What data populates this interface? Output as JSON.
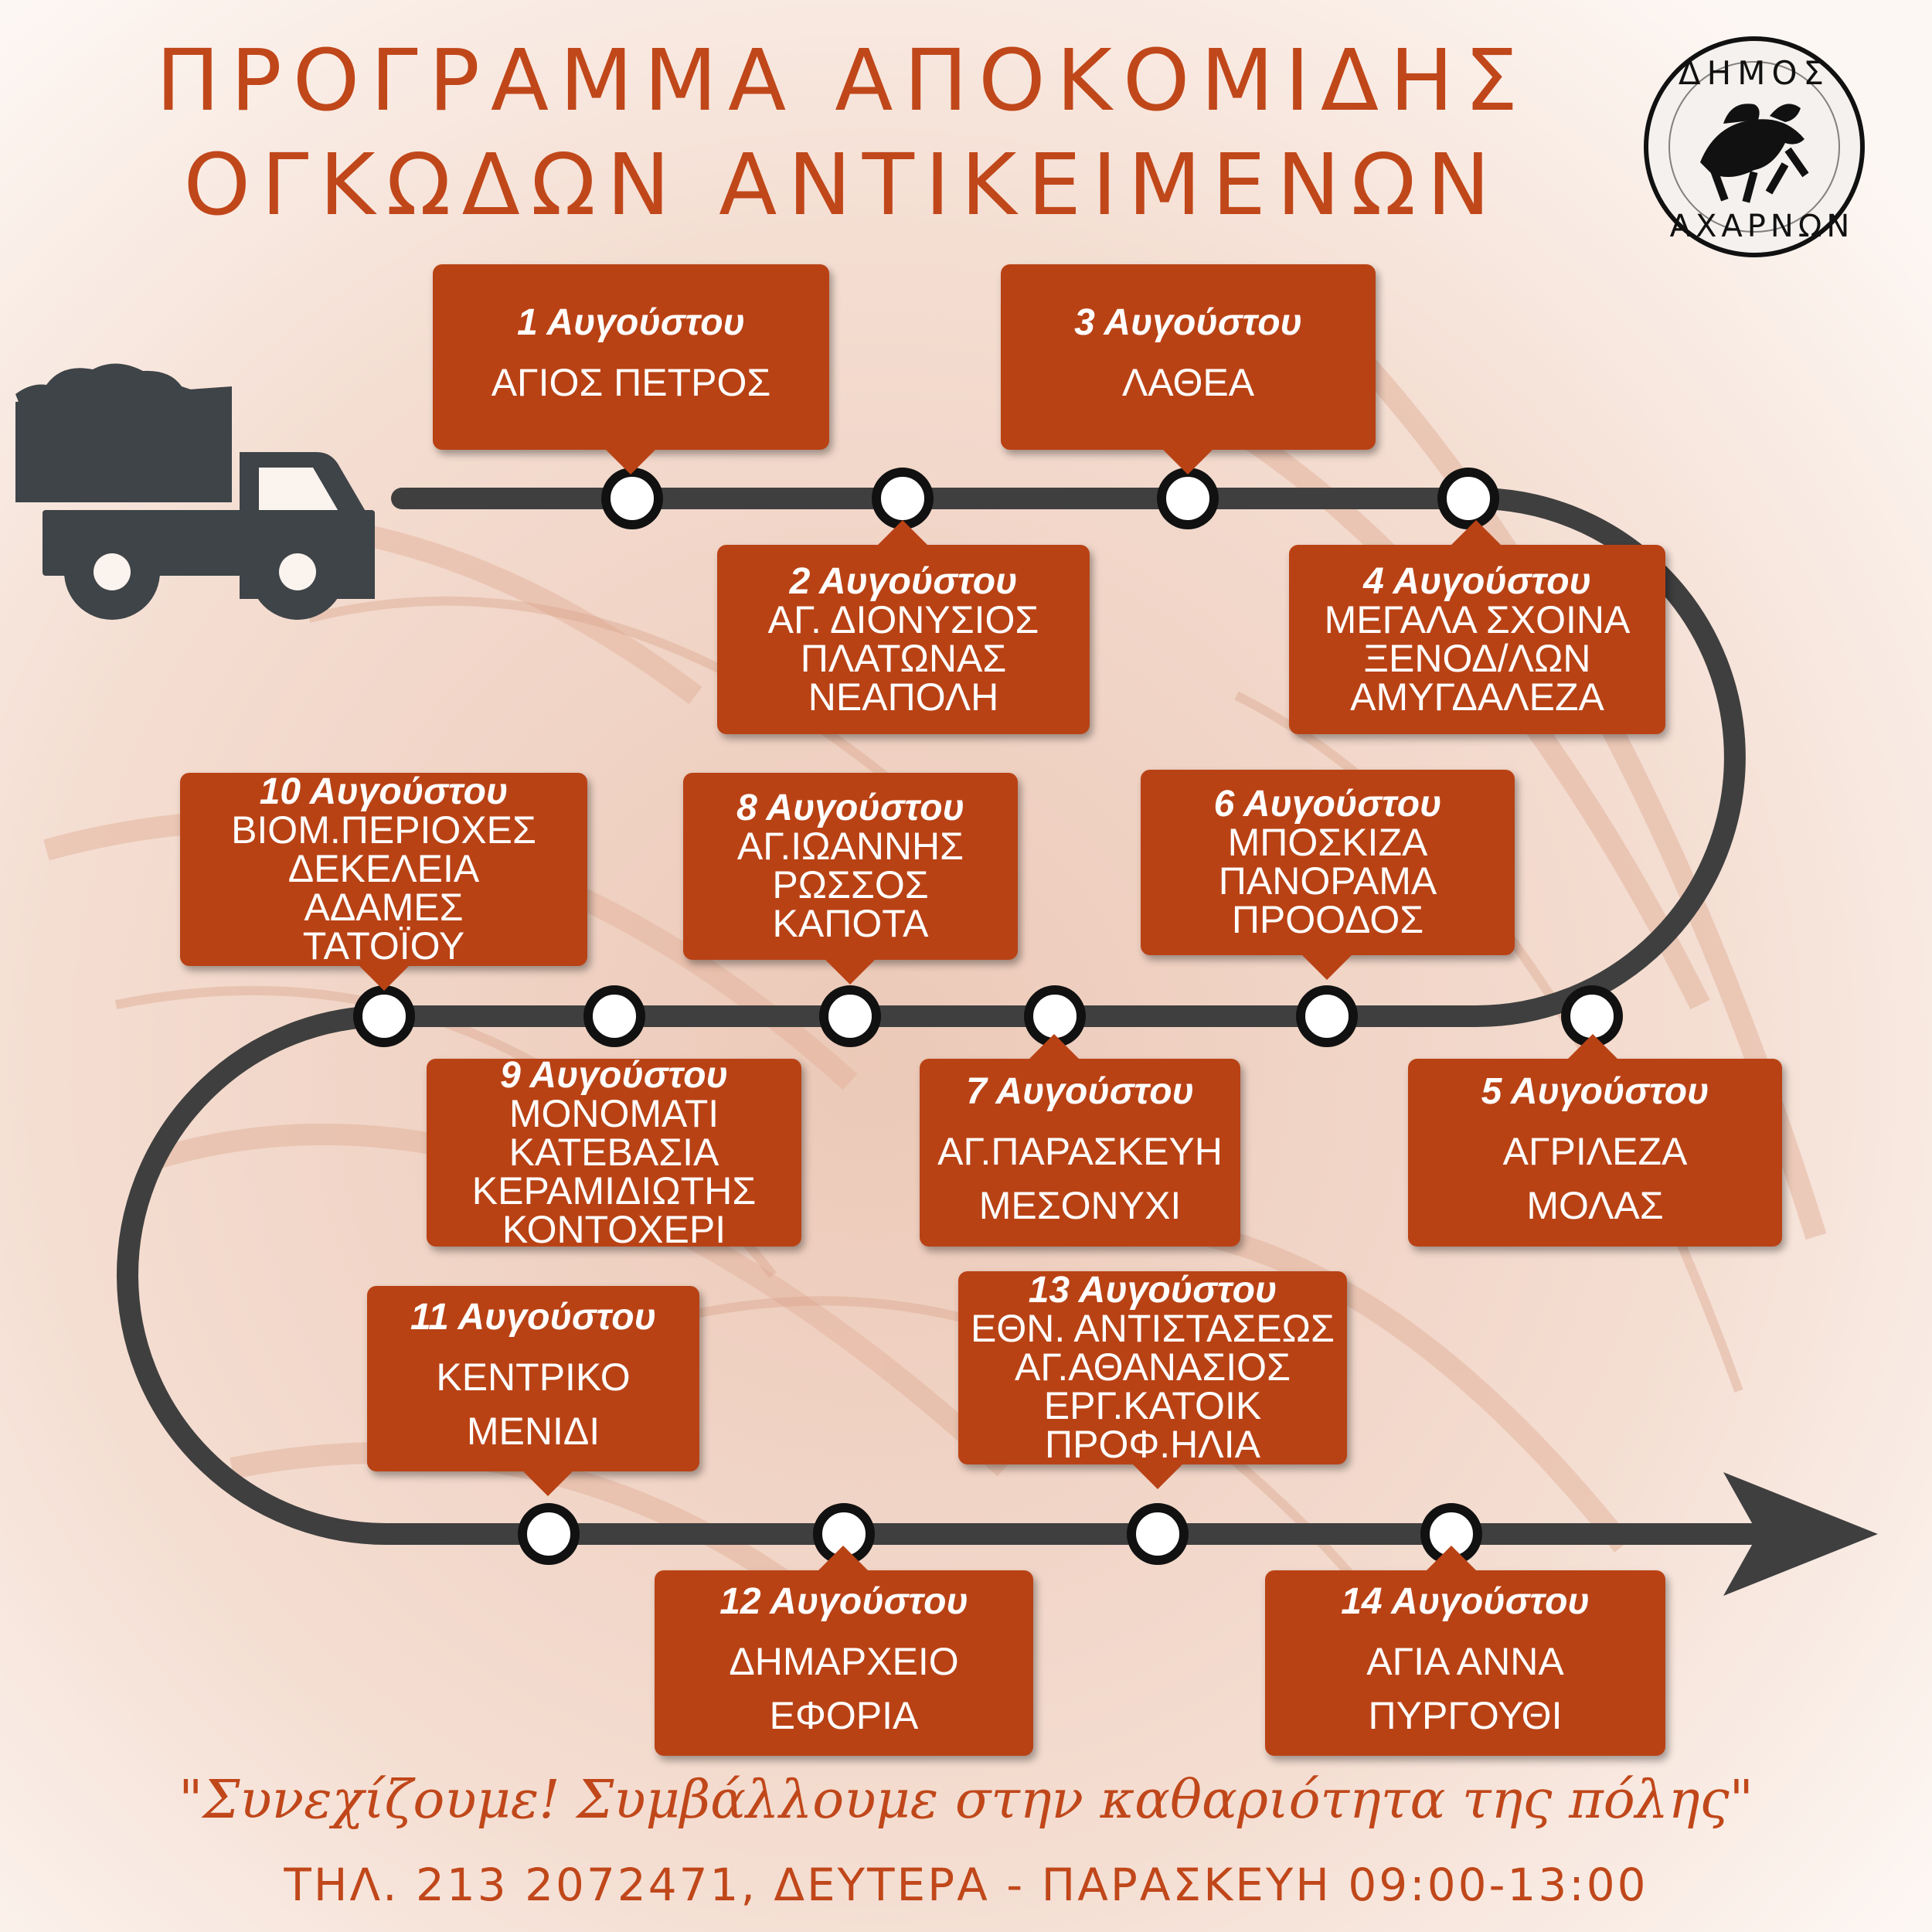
{
  "header": {
    "title_line1": "ΠΡΟΓΡΑΜΜΑ ΑΠΟΚΟΜΙΔΗΣ",
    "title_line2": "ΟΓΚΩΔΩΝ ΑΝΤΙΚΕΙΜΕΝΩΝ"
  },
  "seal": {
    "top_text": "ΔΗΜΟΣ",
    "bottom_text": "ΑΧΑΡΝΩΝ"
  },
  "schedule": [
    {
      "date": "1  Αυγούστου",
      "locations": [
        "ΑΓΙΟΣ ΠΕΤΡΟΣ"
      ]
    },
    {
      "date": "2  Αυγούστου",
      "locations": [
        "ΑΓ. ΔΙΟΝΥΣΙΟΣ",
        "ΠΛΑΤΩΝΑΣ",
        "ΝΕΑΠΟΛΗ"
      ]
    },
    {
      "date": "3  Αυγούστου",
      "locations": [
        "ΛΑΘΕΑ"
      ]
    },
    {
      "date": "4  Αυγούστου",
      "locations": [
        "ΜΕΓΑΛΑ ΣΧΟΙΝΑ",
        "ΞΕΝΟΔ/ΛΩΝ",
        "ΑΜΥΓΔΑΛΕΖΑ"
      ]
    },
    {
      "date": "5  Αυγούστου",
      "locations": [
        "ΑΓΡΙΛΕΖΑ",
        "ΜΟΛΑΣ"
      ]
    },
    {
      "date": "6 Αυγούστου",
      "locations": [
        "ΜΠΟΣΚΙΖΑ",
        "ΠΑΝΟΡΑΜΑ",
        "ΠΡΟΟΔΟΣ"
      ]
    },
    {
      "date": "7  Αυγούστου",
      "locations": [
        "ΑΓ.ΠΑΡΑΣΚΕΥΗ",
        "ΜΕΣΟΝΥΧΙ"
      ]
    },
    {
      "date": "8  Αυγούστου",
      "locations": [
        "ΑΓ.ΙΩΑΝΝΗΣ",
        "ΡΩΣΣΟΣ",
        "ΚΑΠΟΤΑ"
      ]
    },
    {
      "date": "9  Αυγούστου",
      "locations": [
        "ΜΟΝΟΜΑΤΙ",
        "ΚΑΤΕΒΑΣΙΑ",
        "ΚΕΡΑΜΙΔΙΩΤΗΣ",
        "ΚΟΝΤΟΧΕΡΙ"
      ]
    },
    {
      "date": "10 Αυγούστου",
      "locations": [
        "ΒΙΟΜ.ΠΕΡΙΟΧΕΣ",
        "ΔΕΚΕΛΕΙΑ",
        "ΑΔΑΜΕΣ",
        "ΤΑΤΟΪΟΥ"
      ]
    },
    {
      "date": "11  Αυγούστου",
      "locations": [
        "ΚΕΝΤΡΙΚΟ",
        "ΜΕΝΙΔΙ"
      ]
    },
    {
      "date": "12  Αυγούστου",
      "locations": [
        "ΔΗΜΑΡΧΕΙΟ",
        "ΕΦΟΡΙΑ"
      ]
    },
    {
      "date": "13  Αυγούστου",
      "locations": [
        "ΕΘΝ. ΑΝΤΙΣΤΑΣΕΩΣ",
        "ΑΓ.ΑΘΑΝΑΣΙΟΣ",
        "ΕΡΓ.ΚΑΤΟΙΚ",
        "ΠΡΟΦ.ΗΛΙΑ"
      ]
    },
    {
      "date": "14  Αυγούστου",
      "locations": [
        "ΑΓΙΑ ΑΝΝΑ",
        "ΠΥΡΓΟΥΘΙ"
      ]
    }
  ],
  "footer": {
    "slogan": "\"Συνεχίζουμε! Συμβάλλουμε στην καθαριότητα της πόλης\"",
    "phone_hours": "ΤΗΛ. 213 2072471, ΔΕΥΤΕΡΑ - ΠΑΡΑΣΚΕΥΗ  09:00-13:00"
  },
  "colors": {
    "box": "#b94215",
    "title": "#c0471a",
    "road": "#3f3f3f",
    "truck": "#3e4448"
  },
  "icons": {
    "truck": "dump-truck-icon",
    "arrow": "arrow-right-icon",
    "seal": "municipality-seal-icon"
  }
}
